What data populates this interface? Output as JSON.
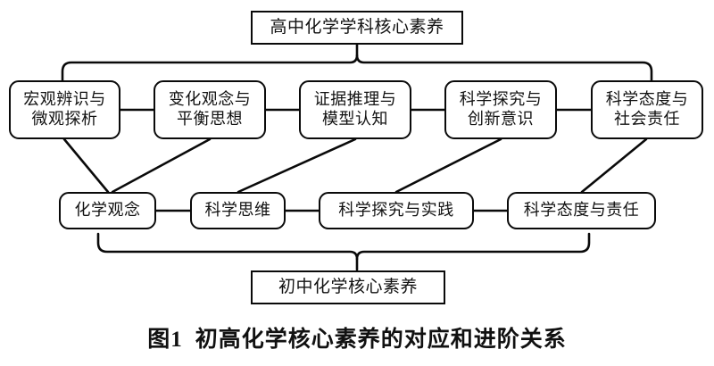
{
  "figure": {
    "caption_label": "图1",
    "caption_text": "初高化学核心素养的对应和进阶关系",
    "line_color": "#0a0a0a",
    "background_color": "#ffffff"
  },
  "top_tier": {
    "label": "高中化学学科核心素养"
  },
  "bottom_tier": {
    "label": "初中化学核心素养"
  },
  "senior_competencies": [
    {
      "line1": "宏观辨识与",
      "line2": "微观探析"
    },
    {
      "line1": "变化观念与",
      "line2": "平衡思想"
    },
    {
      "line1": "证据推理与",
      "line2": "模型认知"
    },
    {
      "line1": "科学探究与",
      "line2": "创新意识"
    },
    {
      "line1": "科学态度与",
      "line2": "社会责任"
    }
  ],
  "junior_competencies": [
    {
      "label": "化学观念"
    },
    {
      "label": "科学思维"
    },
    {
      "label": "科学探究与实践"
    },
    {
      "label": "科学态度与责任"
    }
  ]
}
